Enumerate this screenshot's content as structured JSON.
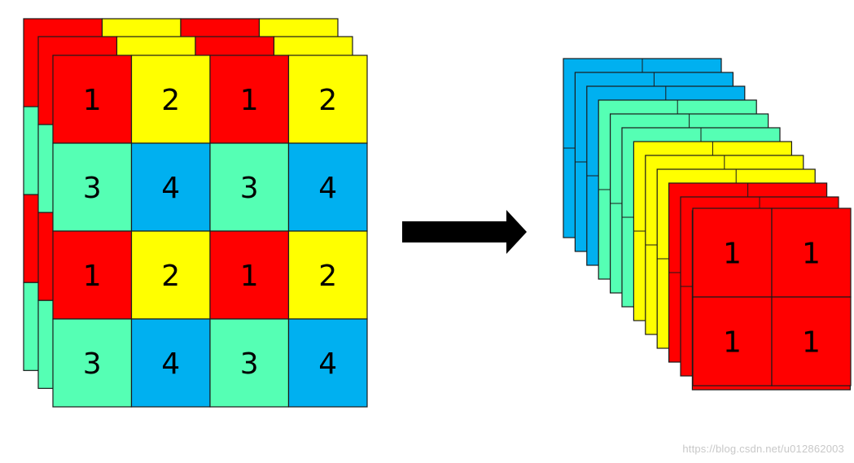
{
  "colors": {
    "red": "#ff0000",
    "yellow": "#ffff00",
    "green": "#55ffb4",
    "blue": "#00b0f0",
    "arrow": "#000000",
    "border": "#1a1a1a"
  },
  "input_grid": [
    [
      "1",
      "2",
      "1",
      "2"
    ],
    [
      "3",
      "4",
      "3",
      "4"
    ],
    [
      "1",
      "2",
      "1",
      "2"
    ],
    [
      "3",
      "4",
      "3",
      "4"
    ]
  ],
  "cell_color_by_label": {
    "1": "red",
    "2": "yellow",
    "3": "green",
    "4": "blue"
  },
  "input_back_layers": 2,
  "output_layers": [
    "blue",
    "blue",
    "blue",
    "green",
    "green",
    "green",
    "yellow",
    "yellow",
    "yellow",
    "red",
    "red",
    "red"
  ],
  "output_front_grid": [
    [
      "1",
      "1"
    ],
    [
      "1",
      "1"
    ]
  ],
  "arrow_icon": "right-arrow-icon",
  "watermark": "https://blog.csdn.net/u012862003"
}
